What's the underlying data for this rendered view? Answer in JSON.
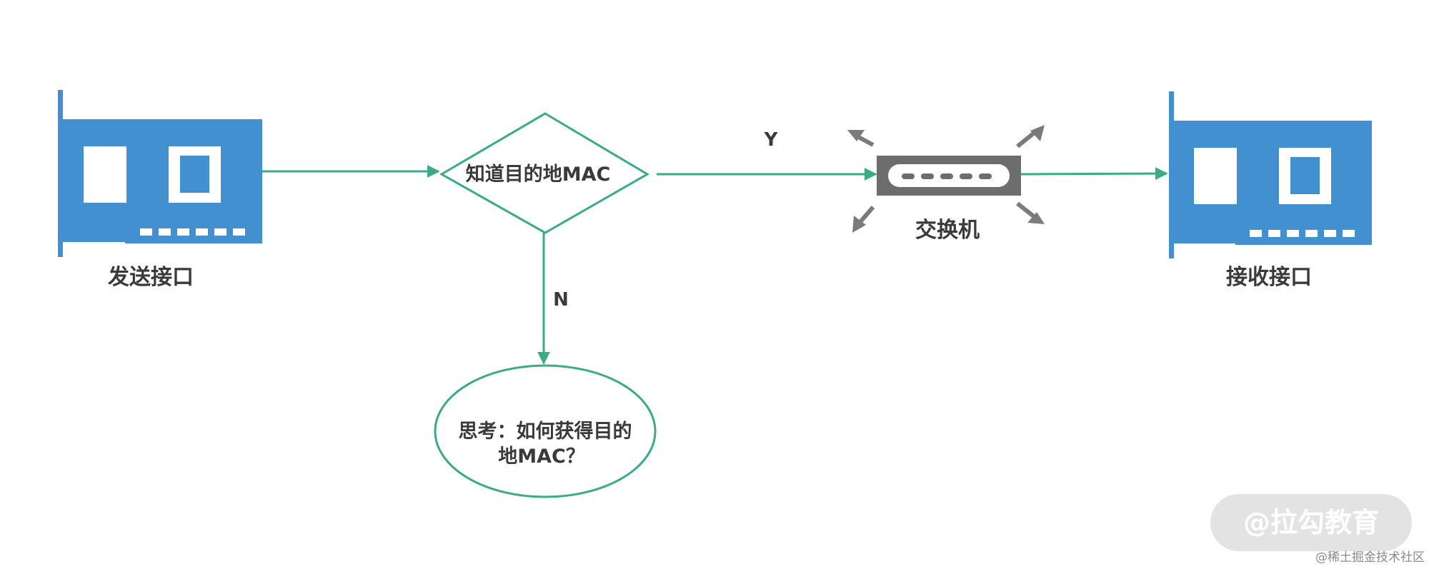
{
  "diagram": {
    "nodes": {
      "sender": {
        "label": "发送接口",
        "icon": "network-card-icon"
      },
      "decision": {
        "label": "知道目的地MAC"
      },
      "switch": {
        "label": "交换机",
        "icon": "switch-icon"
      },
      "receiver": {
        "label": "接收接口",
        "icon": "network-card-icon"
      },
      "question": {
        "line1": "思考：如何获得目的",
        "line2": "地MAC？"
      }
    },
    "edges": {
      "yes_label": "Y",
      "no_label": "N"
    }
  },
  "watermark": {
    "text": "@拉勾教育"
  },
  "attribution": {
    "text": "@稀土掘金技术社区"
  },
  "colors": {
    "card_blue": "#4390d0",
    "flow_green": "#3aac84",
    "switch_gray": "#6d6d6d",
    "text_dark": "#3a3a3a",
    "watermark_bg": "#e3e3e3"
  }
}
